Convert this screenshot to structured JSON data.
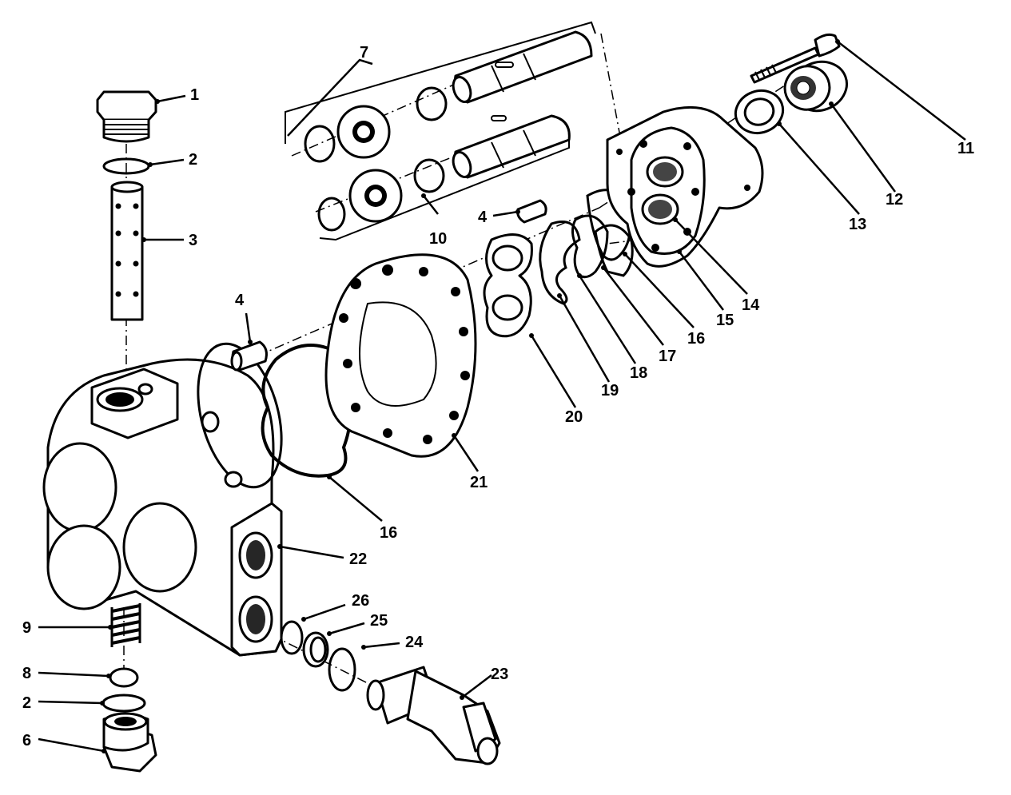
{
  "callouts": [
    {
      "id": "c1",
      "label": "1"
    },
    {
      "id": "c2a",
      "label": "2"
    },
    {
      "id": "c3",
      "label": "3"
    },
    {
      "id": "c4a",
      "label": "4"
    },
    {
      "id": "c4b",
      "label": "4"
    },
    {
      "id": "c6",
      "label": "6"
    },
    {
      "id": "c2b",
      "label": "2"
    },
    {
      "id": "c8",
      "label": "8"
    },
    {
      "id": "c9",
      "label": "9"
    },
    {
      "id": "c7",
      "label": "7"
    },
    {
      "id": "c10",
      "label": "10"
    },
    {
      "id": "c11",
      "label": "11"
    },
    {
      "id": "c12",
      "label": "12"
    },
    {
      "id": "c13",
      "label": "13"
    },
    {
      "id": "c14",
      "label": "14"
    },
    {
      "id": "c15",
      "label": "15"
    },
    {
      "id": "c16a",
      "label": "16"
    },
    {
      "id": "c17",
      "label": "17"
    },
    {
      "id": "c18",
      "label": "18"
    },
    {
      "id": "c19",
      "label": "19"
    },
    {
      "id": "c20",
      "label": "20"
    },
    {
      "id": "c21",
      "label": "21"
    },
    {
      "id": "c16b",
      "label": "16"
    },
    {
      "id": "c22",
      "label": "22"
    },
    {
      "id": "c26",
      "label": "26"
    },
    {
      "id": "c25",
      "label": "25"
    },
    {
      "id": "c24",
      "label": "24"
    },
    {
      "id": "c23",
      "label": "23"
    }
  ]
}
